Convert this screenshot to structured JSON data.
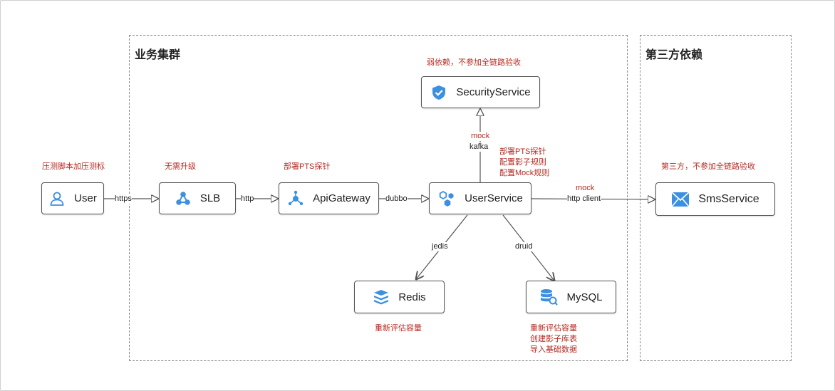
{
  "clusters": {
    "business": {
      "title": "业务集群"
    },
    "third_party": {
      "title": "第三方依赖"
    }
  },
  "nodes": {
    "user": {
      "label": "User",
      "icon": "user-icon",
      "note": "压测脚本加压测标"
    },
    "slb": {
      "label": "SLB",
      "icon": "load-balancer-icon",
      "note": "无需升级"
    },
    "apigateway": {
      "label": "ApiGateway",
      "icon": "gateway-icon",
      "note": "部署PTS探针"
    },
    "userservice": {
      "label": "UserService",
      "icon": "hexagon-cluster-icon",
      "notes": [
        "部署PTS探针",
        "配置影子规则",
        "配置Mock规则"
      ]
    },
    "securityservice": {
      "label": "SecurityService",
      "icon": "shield-check-icon",
      "note": "弱依赖，不参加全链路验收"
    },
    "redis": {
      "label": "Redis",
      "icon": "redis-stack-icon",
      "note": "重新评估容量"
    },
    "mysql": {
      "label": "MySQL",
      "icon": "database-icon",
      "notes": [
        "重新评估容量",
        "创建影子库表",
        "导入基础数据"
      ]
    },
    "smsservice": {
      "label": "SmsService",
      "icon": "envelope-icon",
      "note": "第三方，不参加全链路验收"
    }
  },
  "edges": {
    "user_slb": "https",
    "slb_apigateway": "http",
    "apigateway_userservice": "dubbo",
    "userservice_security": {
      "tag": "mock",
      "label": "kafka"
    },
    "userservice_sms": {
      "tag": "mock",
      "label": "http client"
    },
    "userservice_redis": "jedis",
    "userservice_mysql": "druid"
  },
  "colors": {
    "icon_blue": "#3d8fe0",
    "note_red": "#b52a22",
    "border": "#555555",
    "dashed": "#8a8a8a"
  }
}
